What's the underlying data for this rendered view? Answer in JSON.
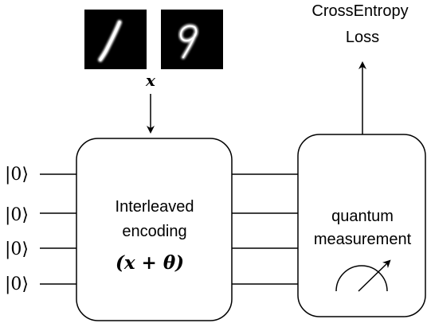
{
  "input": {
    "images": [
      {
        "name": "mnist-digit-1",
        "digit": "1"
      },
      {
        "name": "mnist-digit-9",
        "digit": "9"
      }
    ],
    "variable": "x"
  },
  "qubits": {
    "labels": [
      "|0⟩",
      "|0⟩",
      "|0⟩",
      "|0⟩"
    ]
  },
  "encoding_block": {
    "line1": "Interleaved",
    "line2": "encoding",
    "formula": "(x + θ)"
  },
  "measurement_block": {
    "line1": "quantum",
    "line2": "measurement",
    "icon": "meter-icon"
  },
  "output": {
    "line1": "CrossEntropy",
    "line2": "Loss"
  },
  "colors": {
    "stroke": "#000000",
    "image_bg": "#000000",
    "digit": "#ffffff"
  }
}
